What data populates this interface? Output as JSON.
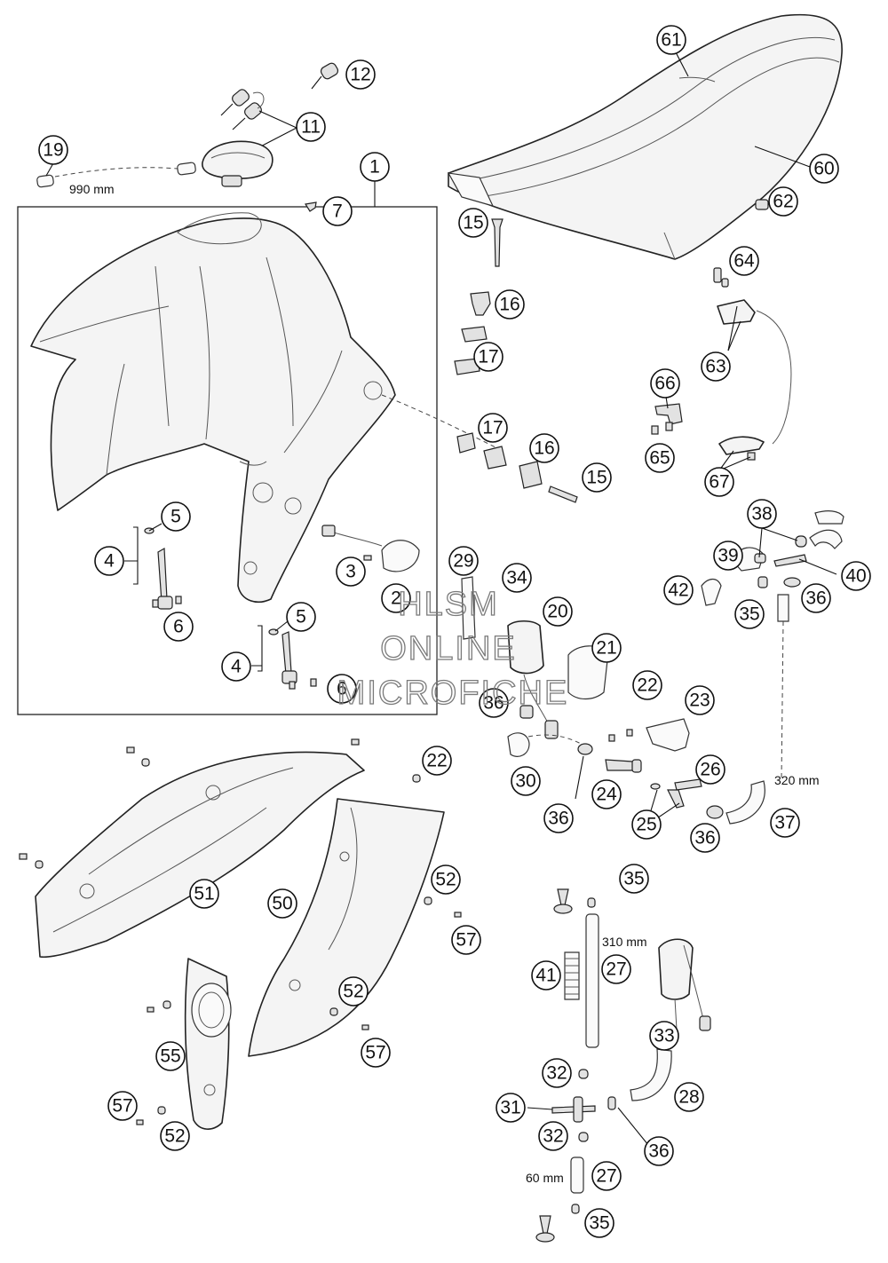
{
  "callouts": [
    "61",
    "12",
    "11",
    "19",
    "1",
    "7",
    "60",
    "62",
    "64",
    "15",
    "16",
    "17",
    "63",
    "66",
    "65",
    "17",
    "16",
    "15",
    "67",
    "5",
    "4",
    "6",
    "3",
    "2",
    "29",
    "34",
    "20",
    "38",
    "39",
    "40",
    "42",
    "35",
    "36",
    "5",
    "4",
    "6",
    "21",
    "36",
    "22",
    "23",
    "22",
    "30",
    "24",
    "26",
    "25",
    "36",
    "37",
    "36",
    "51",
    "50",
    "52",
    "57",
    "35",
    "41",
    "27",
    "52",
    "57",
    "55",
    "33",
    "32",
    "28",
    "31",
    "57",
    "52",
    "32",
    "36",
    "27",
    "35"
  ],
  "dimensions": {
    "d990": "990 mm",
    "d320": "320 mm",
    "d310": "310 mm",
    "d60": "60 mm"
  },
  "watermark": [
    "HLSM",
    "ONLINE",
    "MICROFICHE"
  ]
}
